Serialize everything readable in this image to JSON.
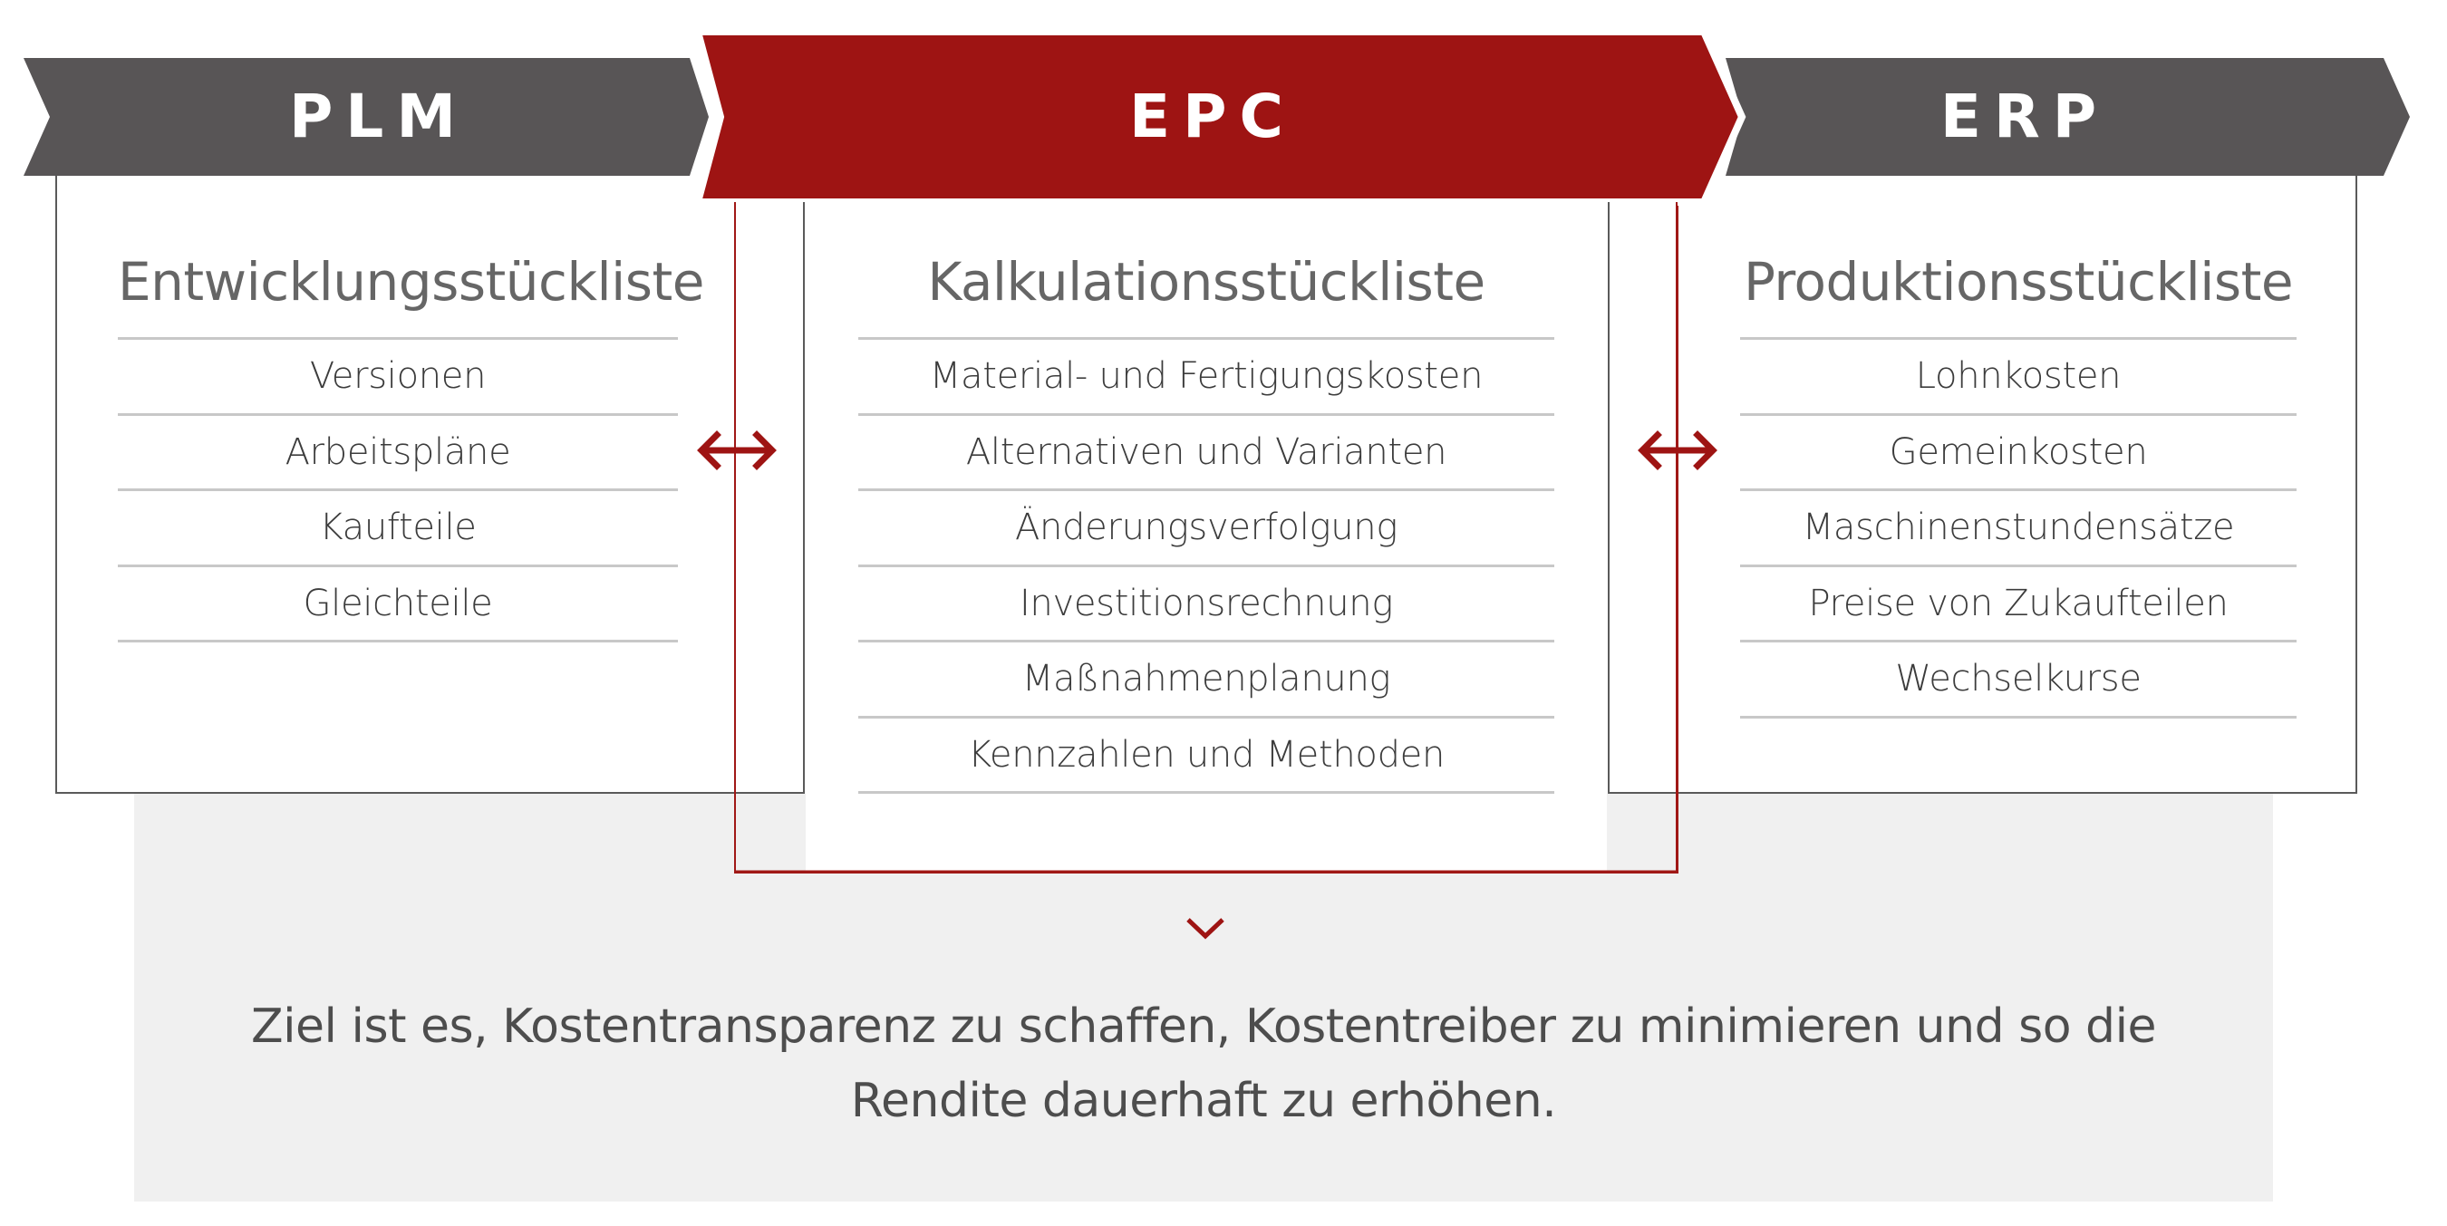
{
  "colors": {
    "banner_gray": "#585556",
    "banner_red": "#9e1413",
    "box_border_gray": "#5a5a5a",
    "box_border_red": "#a01816",
    "divider": "#c8c8c8",
    "panel_bg": "#f0f0f0",
    "title_text": "#666666",
    "item_text": "#3c3c3c",
    "summary_text": "#4d4d4d"
  },
  "columns": [
    {
      "banner": "PLM",
      "title": "Entwicklungsstückliste",
      "items": [
        "Versionen",
        "Arbeitspläne",
        "Kaufteile",
        "Gleichteile"
      ]
    },
    {
      "banner": "EPC",
      "title": "Kalkulationsstückliste",
      "items": [
        "Material- und Fertigungskosten",
        "Alternativen und Varianten",
        "Änderungsverfolgung",
        "Investitionsrechnung",
        "Maßnahmenplanung",
        "Kennzahlen und Methoden"
      ]
    },
    {
      "banner": "ERP",
      "title": "Produktionsstückliste",
      "items": [
        "Lohnkosten",
        "Gemeinkosten",
        "Maschinenstundensätze",
        "Preise von Zukaufteilen",
        "Wechselkurse"
      ]
    }
  ],
  "connectors": {
    "left": "bidirectional-arrow-icon",
    "right": "bidirectional-arrow-icon",
    "down": "chevron-down-icon"
  },
  "summary": {
    "line1": "Ziel ist es, Kostentransparenz zu schaffen, Kostentreiber zu minimieren und so die",
    "line2": "Rendite dauerhaft zu erhöhen."
  }
}
